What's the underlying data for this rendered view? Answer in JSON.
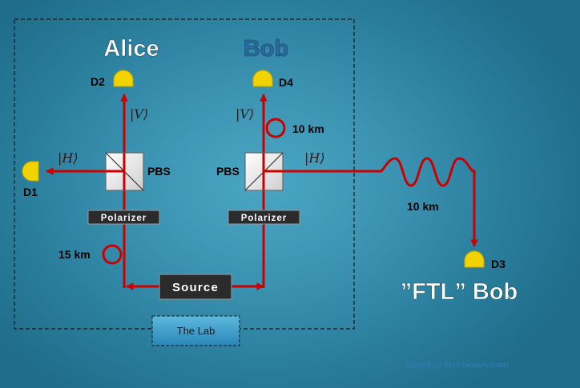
{
  "titles": {
    "alice": "Alice",
    "bob": "Bob",
    "ftl_bob": "”FTL” Bob"
  },
  "detectors": {
    "d1": "D1",
    "d2": "D2",
    "d3": "D3",
    "d4": "D4"
  },
  "components": {
    "pbs_left": "PBS",
    "pbs_right": "PBS",
    "polarizer_left": "Polarizer",
    "polarizer_right": "Polarizer",
    "source": "Source",
    "lab": "The Lab"
  },
  "states": {
    "v_left": "|V⟩",
    "v_right": "|V⟩",
    "h_left": "|H⟩",
    "h_right": "|H⟩"
  },
  "fiber": {
    "alice_loop": "15 km",
    "bob_loop": "10 km",
    "ftl_line": "10 km"
  },
  "footer": {
    "copyright": "Copyleft (c) 2013 DevilsAvocado"
  },
  "colors": {
    "beam": "#cc0000",
    "detector": "#f2d200",
    "title_white": "#ffffff",
    "title_blue": "#2b6a9e",
    "box_dark": "#2b2b2b"
  }
}
